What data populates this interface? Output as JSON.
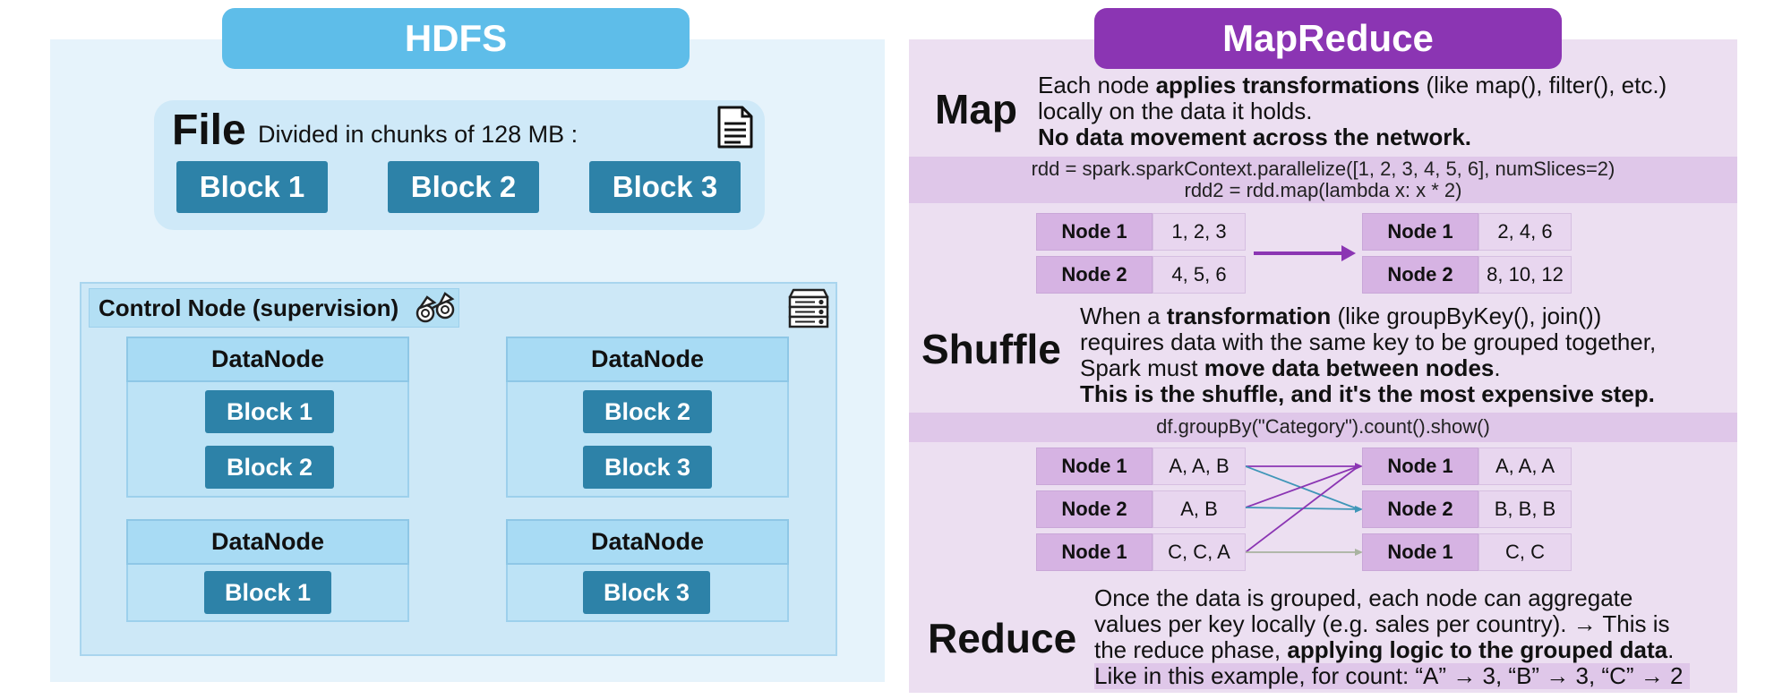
{
  "hdfs": {
    "title": "HDFS",
    "file_word": "File",
    "file_desc": "Divided in chunks of 128 MB :",
    "file_blocks": [
      "Block 1",
      "Block 2",
      "Block 3"
    ],
    "control_node": "Control Node (supervision)",
    "datanodes": [
      {
        "label": "DataNode",
        "blocks": [
          "Block 1",
          "Block 2"
        ]
      },
      {
        "label": "DataNode",
        "blocks": [
          "Block 2",
          "Block 3"
        ]
      },
      {
        "label": "DataNode",
        "blocks": [
          "Block 1"
        ]
      },
      {
        "label": "DataNode",
        "blocks": [
          "Block 3"
        ]
      }
    ]
  },
  "mapreduce": {
    "title": "MapReduce",
    "map": {
      "title": "Map",
      "line1_pre": "Each node ",
      "line1_bold": "applies transformations",
      "line1_post": " (like map(), filter(), etc.)",
      "line2": "locally on the data it holds.",
      "line3_bold": "No data movement across the network.",
      "code1": "rdd = spark.sparkContext.parallelize([1, 2, 3, 4, 5, 6], numSlices=2)",
      "code2": "rdd2 = rdd.map(lambda x: x * 2)",
      "left": [
        {
          "node": "Node 1",
          "value": "1, 2, 3"
        },
        {
          "node": "Node 2",
          "value": "4, 5, 6"
        }
      ],
      "right": [
        {
          "node": "Node 1",
          "value": "2, 4, 6"
        },
        {
          "node": "Node 2",
          "value": "8, 10, 12"
        }
      ]
    },
    "shuffle": {
      "title": "Shuffle",
      "line1_pre": "When a ",
      "line1_bold": "transformation",
      "line1_post": " (like groupByKey(), join())",
      "line2": "requires data with the same key to be grouped together,",
      "line3_pre": "Spark must ",
      "line3_bold": "move data between nodes",
      "line3_post": ".",
      "line4_bold": "This is the shuffle, and it's the most expensive step.",
      "code": "df.groupBy(\"Category\").count().show()",
      "left": [
        {
          "node": "Node 1",
          "value": "A, A, B"
        },
        {
          "node": "Node 2",
          "value": "A, B"
        },
        {
          "node": "Node 1",
          "value": "C, C, A"
        }
      ],
      "right": [
        {
          "node": "Node 1",
          "value": "A, A, A"
        },
        {
          "node": "Node 2",
          "value": "B, B, B"
        },
        {
          "node": "Node 1",
          "value": "C, C"
        }
      ]
    },
    "reduce": {
      "title": "Reduce",
      "line1": "Once the data is grouped, each node can aggregate",
      "line2": "values per key locally (e.g. sales per country). → This is",
      "line3_pre": "the reduce phase, ",
      "line3_bold": "applying logic to the grouped data",
      "line3_post": ".",
      "line4": "Like in this example, for count: “A” → 3, “B” → 3, “C” → 2"
    }
  },
  "colors": {
    "hdfs_accent": "#5ebde9",
    "mapreduce_accent": "#8b35b3",
    "block": "#2d82a8",
    "shuffle_purple": "#8b35b3",
    "shuffle_blue": "#3f96b8",
    "shuffle_gray": "#a9b3a0"
  }
}
